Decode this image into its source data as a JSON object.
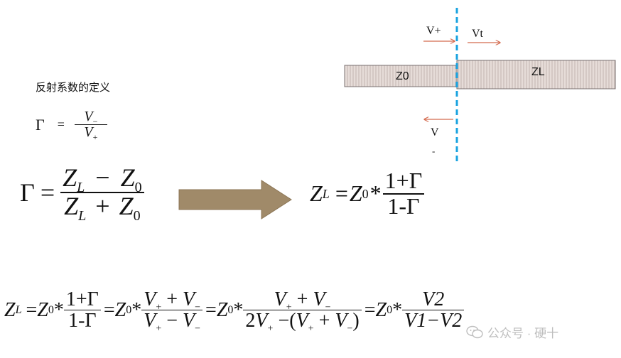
{
  "title": "反射系数的定义",
  "diagram": {
    "z0_label": "Z0",
    "zl_label": "ZL",
    "v_plus_label": "V+",
    "vt_label": "Vt",
    "v_minus_label": "V",
    "v_minus_sub": "-",
    "colors": {
      "line_fill": "#e6dcd8",
      "line_hatch": "#b9aaa6",
      "boundary": "#1aa3e0",
      "arrow": "#d46a4e"
    }
  },
  "formulas": {
    "gamma": "Γ",
    "eq": "=",
    "eq_big": "=",
    "V": "V",
    "minus_sub": "−",
    "plus_sub": "+",
    "Z": "Z",
    "sub_L": "L",
    "sub_0": "0",
    "minus": "−",
    "plus": "+",
    "star": "*",
    "one_plus_gamma": "1+Γ",
    "one_minus_gamma": "1-Γ",
    "two": "2",
    "lparen": "(",
    "rparen": ")",
    "v2": "V2",
    "v1_minus_v2": "V1−V2",
    "one": "1",
    "arrow_color": "#a08a69"
  },
  "watermark": {
    "text": "公众号 · 硬十"
  }
}
